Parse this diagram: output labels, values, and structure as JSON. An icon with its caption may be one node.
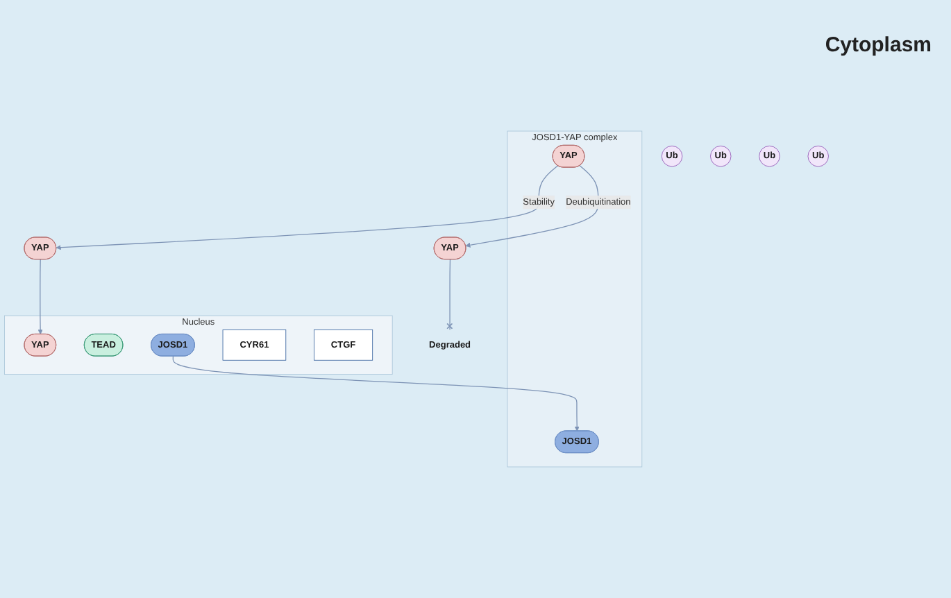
{
  "diagram": {
    "nodes": [
      {
        "text": [
          "JOSD1-YAP complex"
        ]
      },
      {
        "text": [
          "JOSD1"
        ],
        "in": 0
      },
      {
        "text": [
          "YAP"
        ],
        "in": 0
      },
      {
        "text": [
          "Ub"
        ]
      },
      {
        "text": [
          "Ub"
        ]
      },
      {
        "text": [
          "Ub"
        ]
      },
      {
        "text": [
          "Ub"
        ]
      },
      {
        "text": [
          "YAP"
        ]
      },
      {
        "text": [
          "YAP"
        ]
      },
      {
        "text": [
          "Degraded"
        ]
      },
      {
        "text": [
          "Nucleus"
        ]
      },
      {
        "text": [
          "YAP"
        ],
        "in": 10
      },
      {
        "text": [
          "TEAD"
        ],
        "in": 10
      },
      {
        "text": [
          "JOSD1"
        ],
        "in": 10
      },
      {
        "text": [
          "CYR61"
        ],
        "in": 10
      },
      {
        "text": [
          "CTGF"
        ],
        "in": 10
      }
    ],
    "edges": [
      {
        "from": 2,
        "to": 7,
        "arrow": "to",
        "label": "Deubiquitination"
      },
      {
        "from": 2,
        "to": 8,
        "arrow": "to",
        "label": "Stability"
      },
      {
        "from": 7,
        "to": 9,
        "arrow": "other"
      },
      {
        "from": 8,
        "to": 11,
        "arrow": "to"
      },
      {
        "from": 13,
        "to": 1,
        "arrow": "to"
      }
    ],
    "labels": [
      "Cytoplasm"
    ]
  }
}
